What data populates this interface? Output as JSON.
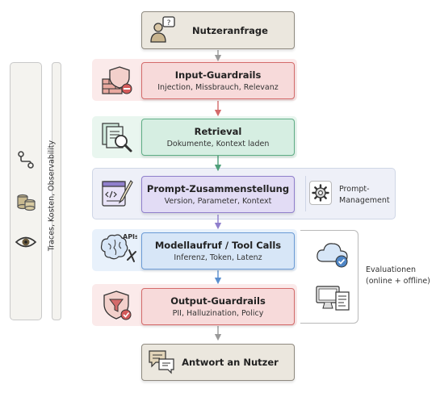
{
  "colors": {
    "neutral_fill": "#ebe7de",
    "neutral_border": "#8f8a80",
    "red_fill": "#f7dada",
    "red_border": "#d46a6a",
    "red_band": "#fbeaea",
    "green_fill": "#d6eee2",
    "green_border": "#5fae86",
    "green_band": "#e9f6ef",
    "purple_fill": "#e2dcf5",
    "purple_border": "#8f7fcc",
    "purple_band": "#eef0f8",
    "blue_fill": "#d7e6f7",
    "blue_border": "#6a9bd6",
    "blue_band": "#e8f1fb"
  },
  "steps": {
    "request": {
      "title": "Nutzeranfrage"
    },
    "input_guardrails": {
      "title": "Input-Guardrails",
      "sub": "Injection, Missbrauch, Relevanz"
    },
    "retrieval": {
      "title": "Retrieval",
      "sub": "Dokumente, Kontext laden"
    },
    "prompt": {
      "title": "Prompt-Zusammenstellung",
      "sub": "Version, Parameter, Kontext"
    },
    "model": {
      "title": "Modellaufruf / Tool Calls",
      "sub": "Inferenz, Token, Latenz"
    },
    "output_guardrails": {
      "title": "Output-Guardrails",
      "sub": "PII, Halluzination, Policy"
    },
    "answer": {
      "title": "Antwort an Nutzer"
    }
  },
  "side": {
    "observability": "Traces, Kosten, Observability",
    "prompt_management_line1": "Prompt-",
    "prompt_management_line2": "Management",
    "evaluations_line1": "Evaluationen",
    "evaluations_line2": "(online + offline)",
    "apis_label": "APIs"
  },
  "icons": [
    "person-question-icon",
    "shield-wall-icon",
    "document-search-icon",
    "code-pen-icon",
    "brain-api-icon",
    "shield-filter-icon",
    "chat-bubbles-icon",
    "gear-icon",
    "cloud-check-icon",
    "monitor-document-icon",
    "flow-icon",
    "coins-icon",
    "eye-icon"
  ]
}
